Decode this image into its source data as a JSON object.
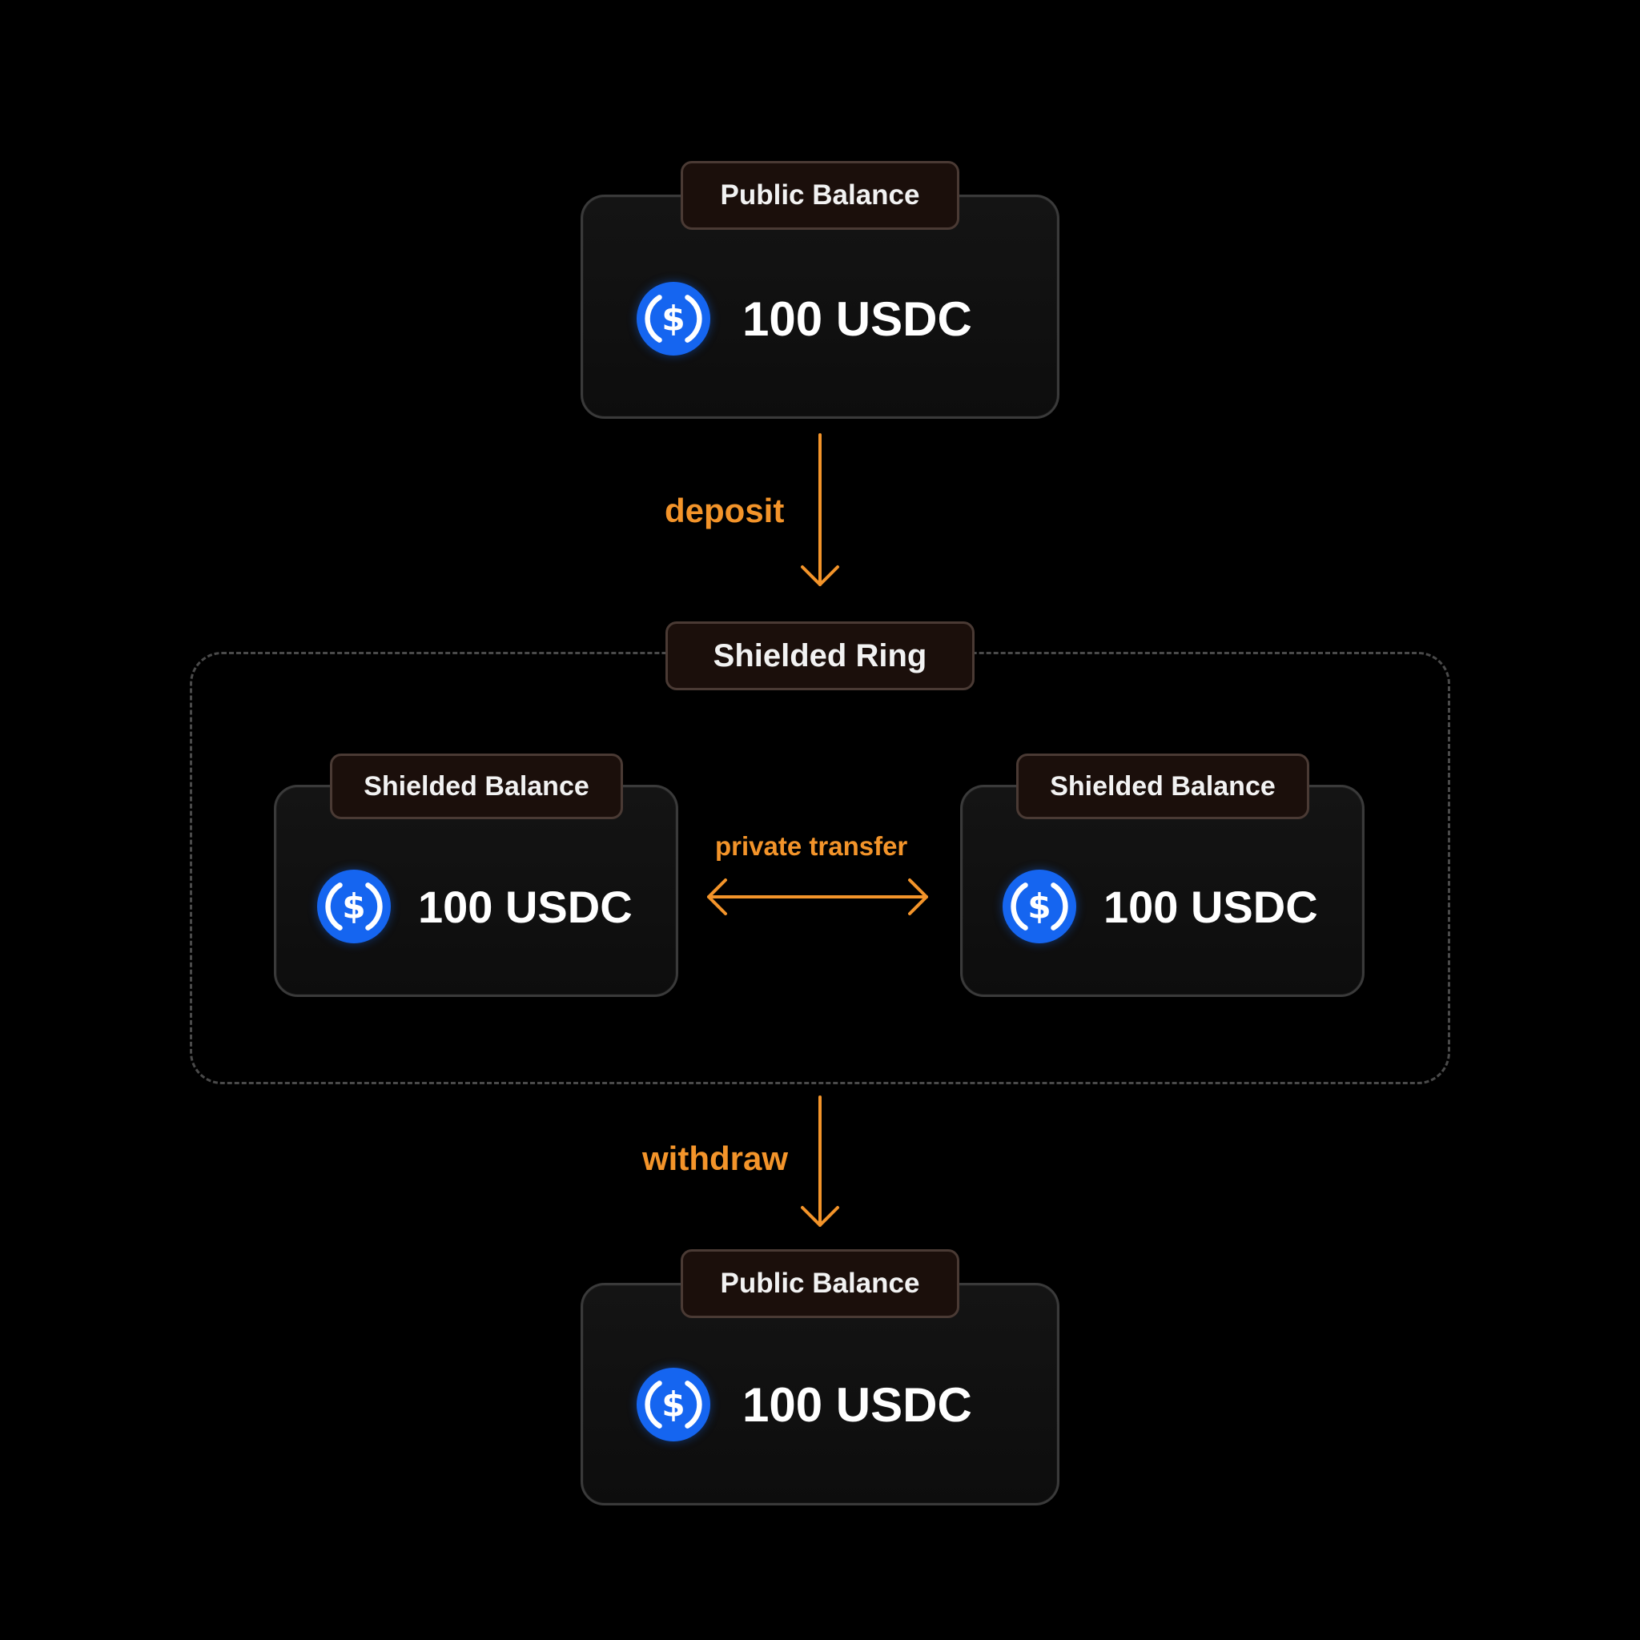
{
  "diagram": {
    "top_card": {
      "label": "Public Balance",
      "amount": "100 USDC",
      "icon": "usdc-coin-icon"
    },
    "deposit_label": "deposit",
    "ring": {
      "label": "Shielded Ring",
      "left_card": {
        "label": "Shielded Balance",
        "amount": "100 USDC",
        "icon": "usdc-coin-icon"
      },
      "transfer_label": "private transfer",
      "right_card": {
        "label": "Shielded Balance",
        "amount": "100 USDC",
        "icon": "usdc-coin-icon"
      }
    },
    "withdraw_label": "withdraw",
    "bottom_card": {
      "label": "Public Balance",
      "amount": "100 USDC",
      "icon": "usdc-coin-icon"
    }
  },
  "colors": {
    "background": "#000000",
    "accent_orange": "#f3942a",
    "usdc_blue": "#1565f0",
    "card_border": "#3a3a3a",
    "tag_fill": "#1b0f0b"
  }
}
